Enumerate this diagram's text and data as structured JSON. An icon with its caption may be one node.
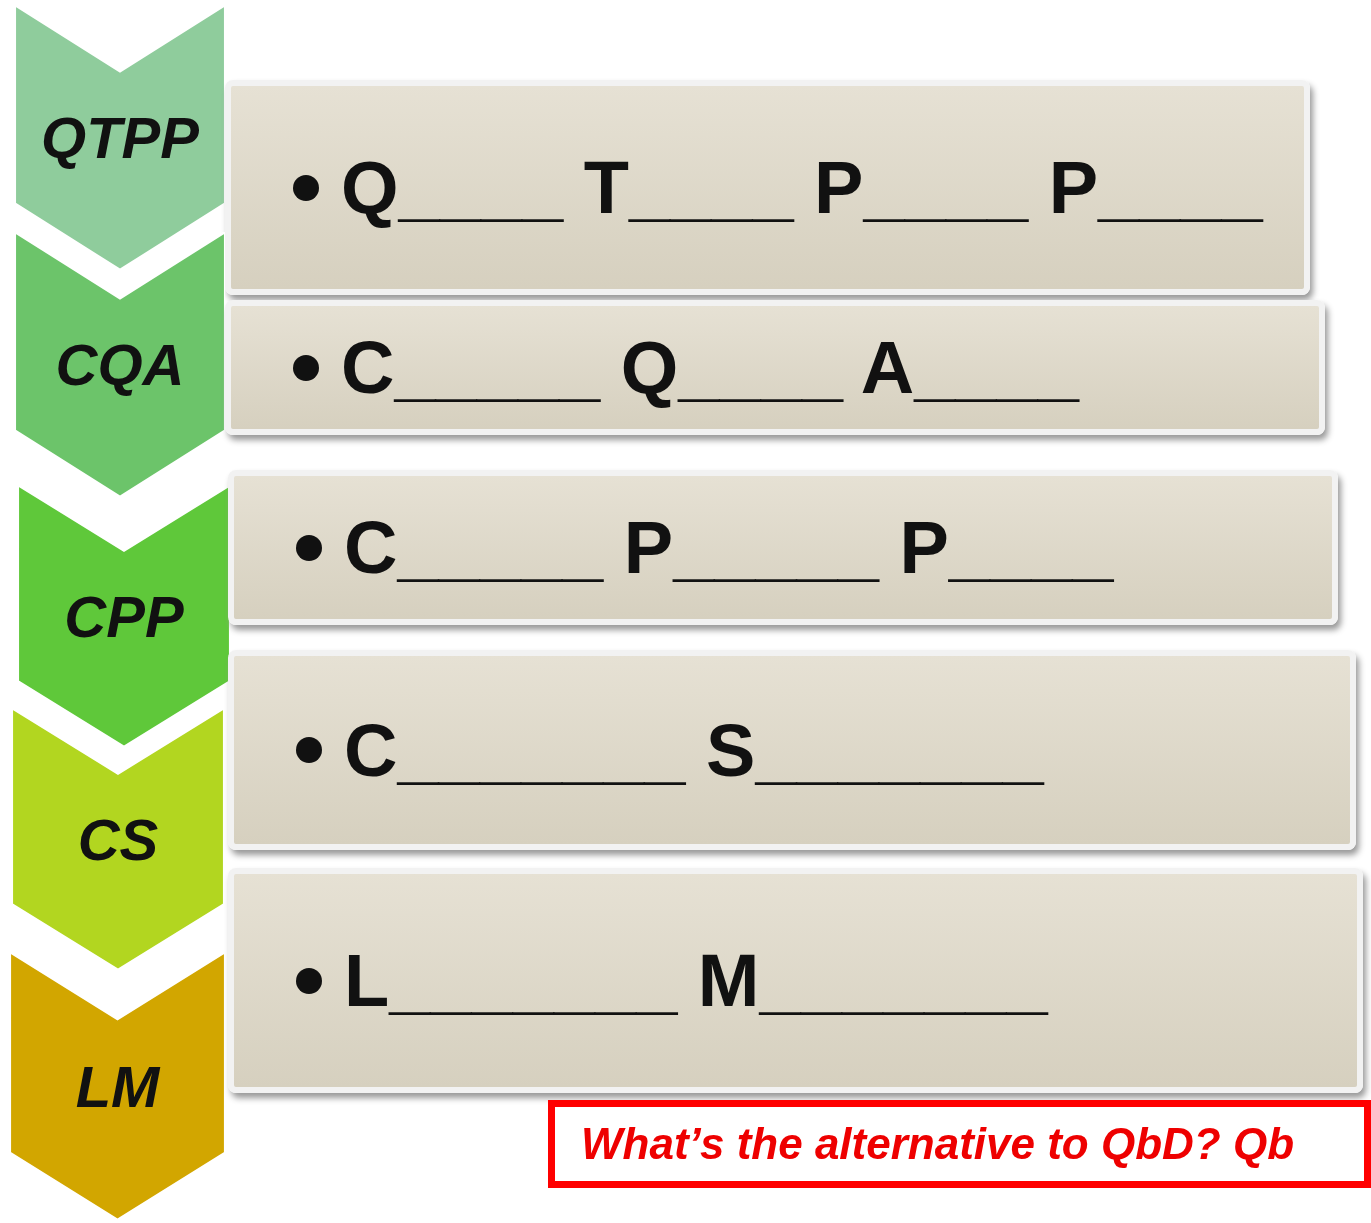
{
  "diagram": {
    "nodes": [
      {
        "text": [
          "QTPP"
        ]
      },
      {
        "text": [
          "Q____ T____ P____ P____"
        ]
      },
      {
        "text": [
          "CQA"
        ]
      },
      {
        "text": [
          "C_____ Q____ A____"
        ]
      },
      {
        "text": [
          "CPP"
        ]
      },
      {
        "text": [
          "C_____ P_____ P____"
        ]
      },
      {
        "text": [
          "CS"
        ]
      },
      {
        "text": [
          "C_______ S_______"
        ]
      },
      {
        "text": [
          "LM"
        ]
      },
      {
        "text": [
          "L_______ M_______"
        ]
      },
      {
        "text": [
          "What’s the alternative to QbD?  Qb"
        ]
      }
    ]
  }
}
